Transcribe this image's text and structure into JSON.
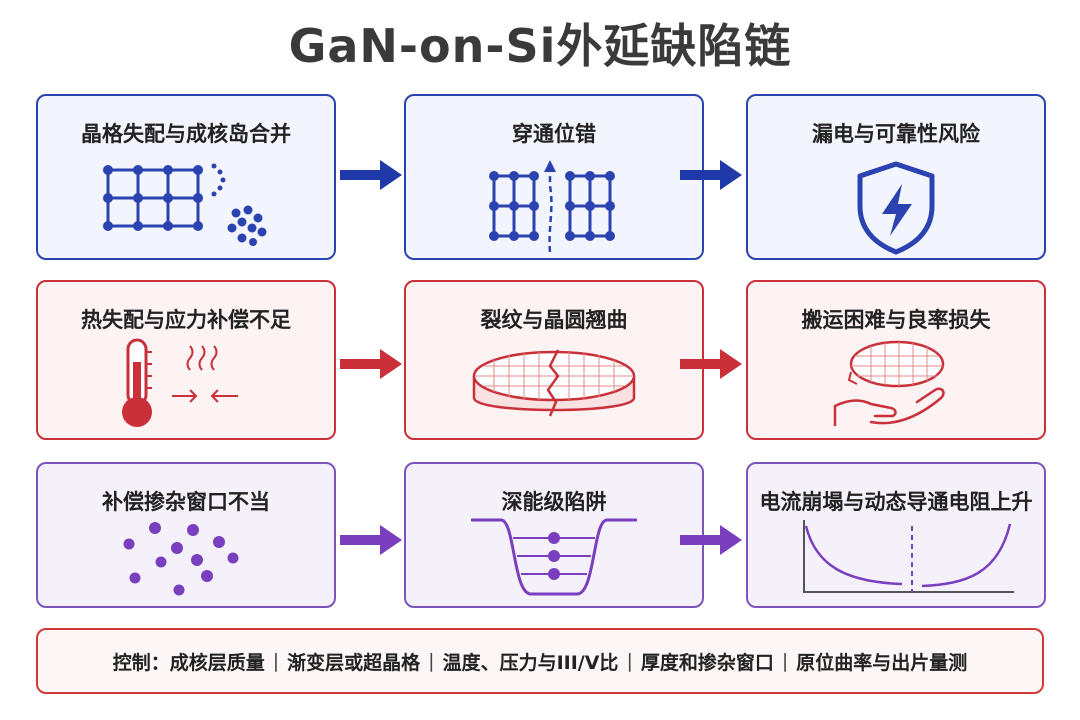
{
  "title": "GaN-on-Si外延缺陷链",
  "rows": [
    {
      "color": "#2a43b0",
      "cards": [
        {
          "label": "晶格失配与成核岛合并",
          "icon": "lattice-nucleation-icon"
        },
        {
          "label": "穿通位错",
          "icon": "threading-dislocation-icon"
        },
        {
          "label": "漏电与可靠性风险",
          "icon": "shield-lightning-icon"
        }
      ]
    },
    {
      "color": "#c9303a",
      "cards": [
        {
          "label": "热失配与应力补偿不足",
          "icon": "thermometer-heat-icon"
        },
        {
          "label": "裂纹与晶圆翘曲",
          "icon": "cracked-wafer-icon"
        },
        {
          "label": "搬运困难与良率损失",
          "icon": "hand-wafer-icon"
        }
      ]
    },
    {
      "color": "#7a55bd",
      "cards": [
        {
          "label": "补偿掺杂窗口不当",
          "icon": "dopant-dots-icon"
        },
        {
          "label": "深能级陷阱",
          "icon": "energy-well-icon"
        },
        {
          "label": "电流崩塌与动态导通电阻上升",
          "icon": "resistance-curve-icon"
        }
      ]
    }
  ],
  "bottom": {
    "prefix": "控制：",
    "items": [
      "成核层质量",
      "渐变层或超晶格",
      "温度、压力与III/V比",
      "厚度和掺杂窗口",
      "原位曲率与出片量测"
    ],
    "border_color": "#d23a3a"
  }
}
